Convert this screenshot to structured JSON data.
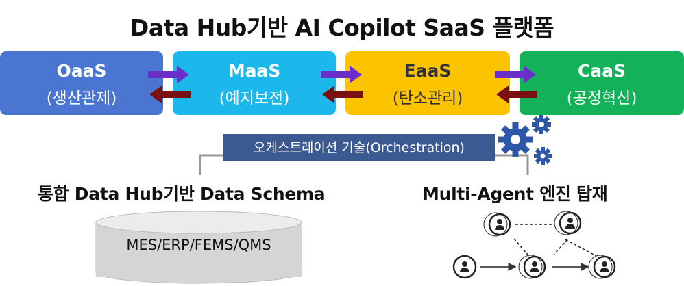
{
  "title": "Data Hub기반 AI Copilot SaaS 플랫폼",
  "services": [
    {
      "name": "OaaS",
      "sub": "(생산관제)",
      "color": "#4a76d2"
    },
    {
      "name": "MaaS",
      "sub": "(예지보전)",
      "color": "#1cb8ec"
    },
    {
      "name": "EaaS",
      "sub": "(탄소관리)",
      "color": "#fcc400"
    },
    {
      "name": "CaaS",
      "sub": "(공정혁신)",
      "color": "#13b158"
    }
  ],
  "arrow_colors": {
    "forward": "#6a2fc8",
    "backward": "#7a1010"
  },
  "orchestration": {
    "label": "오케스트레이션 기술(Orchestration)",
    "color": "#3c5a92"
  },
  "schema": {
    "title": "통합 Data Hub기반 Data Schema",
    "db_label": "MES/ERP/FEMS/QMS"
  },
  "agents": {
    "title": "Multi-Agent 엔진 탑재"
  },
  "icons": [
    "gear-icon",
    "agent-icon",
    "database-icon"
  ]
}
